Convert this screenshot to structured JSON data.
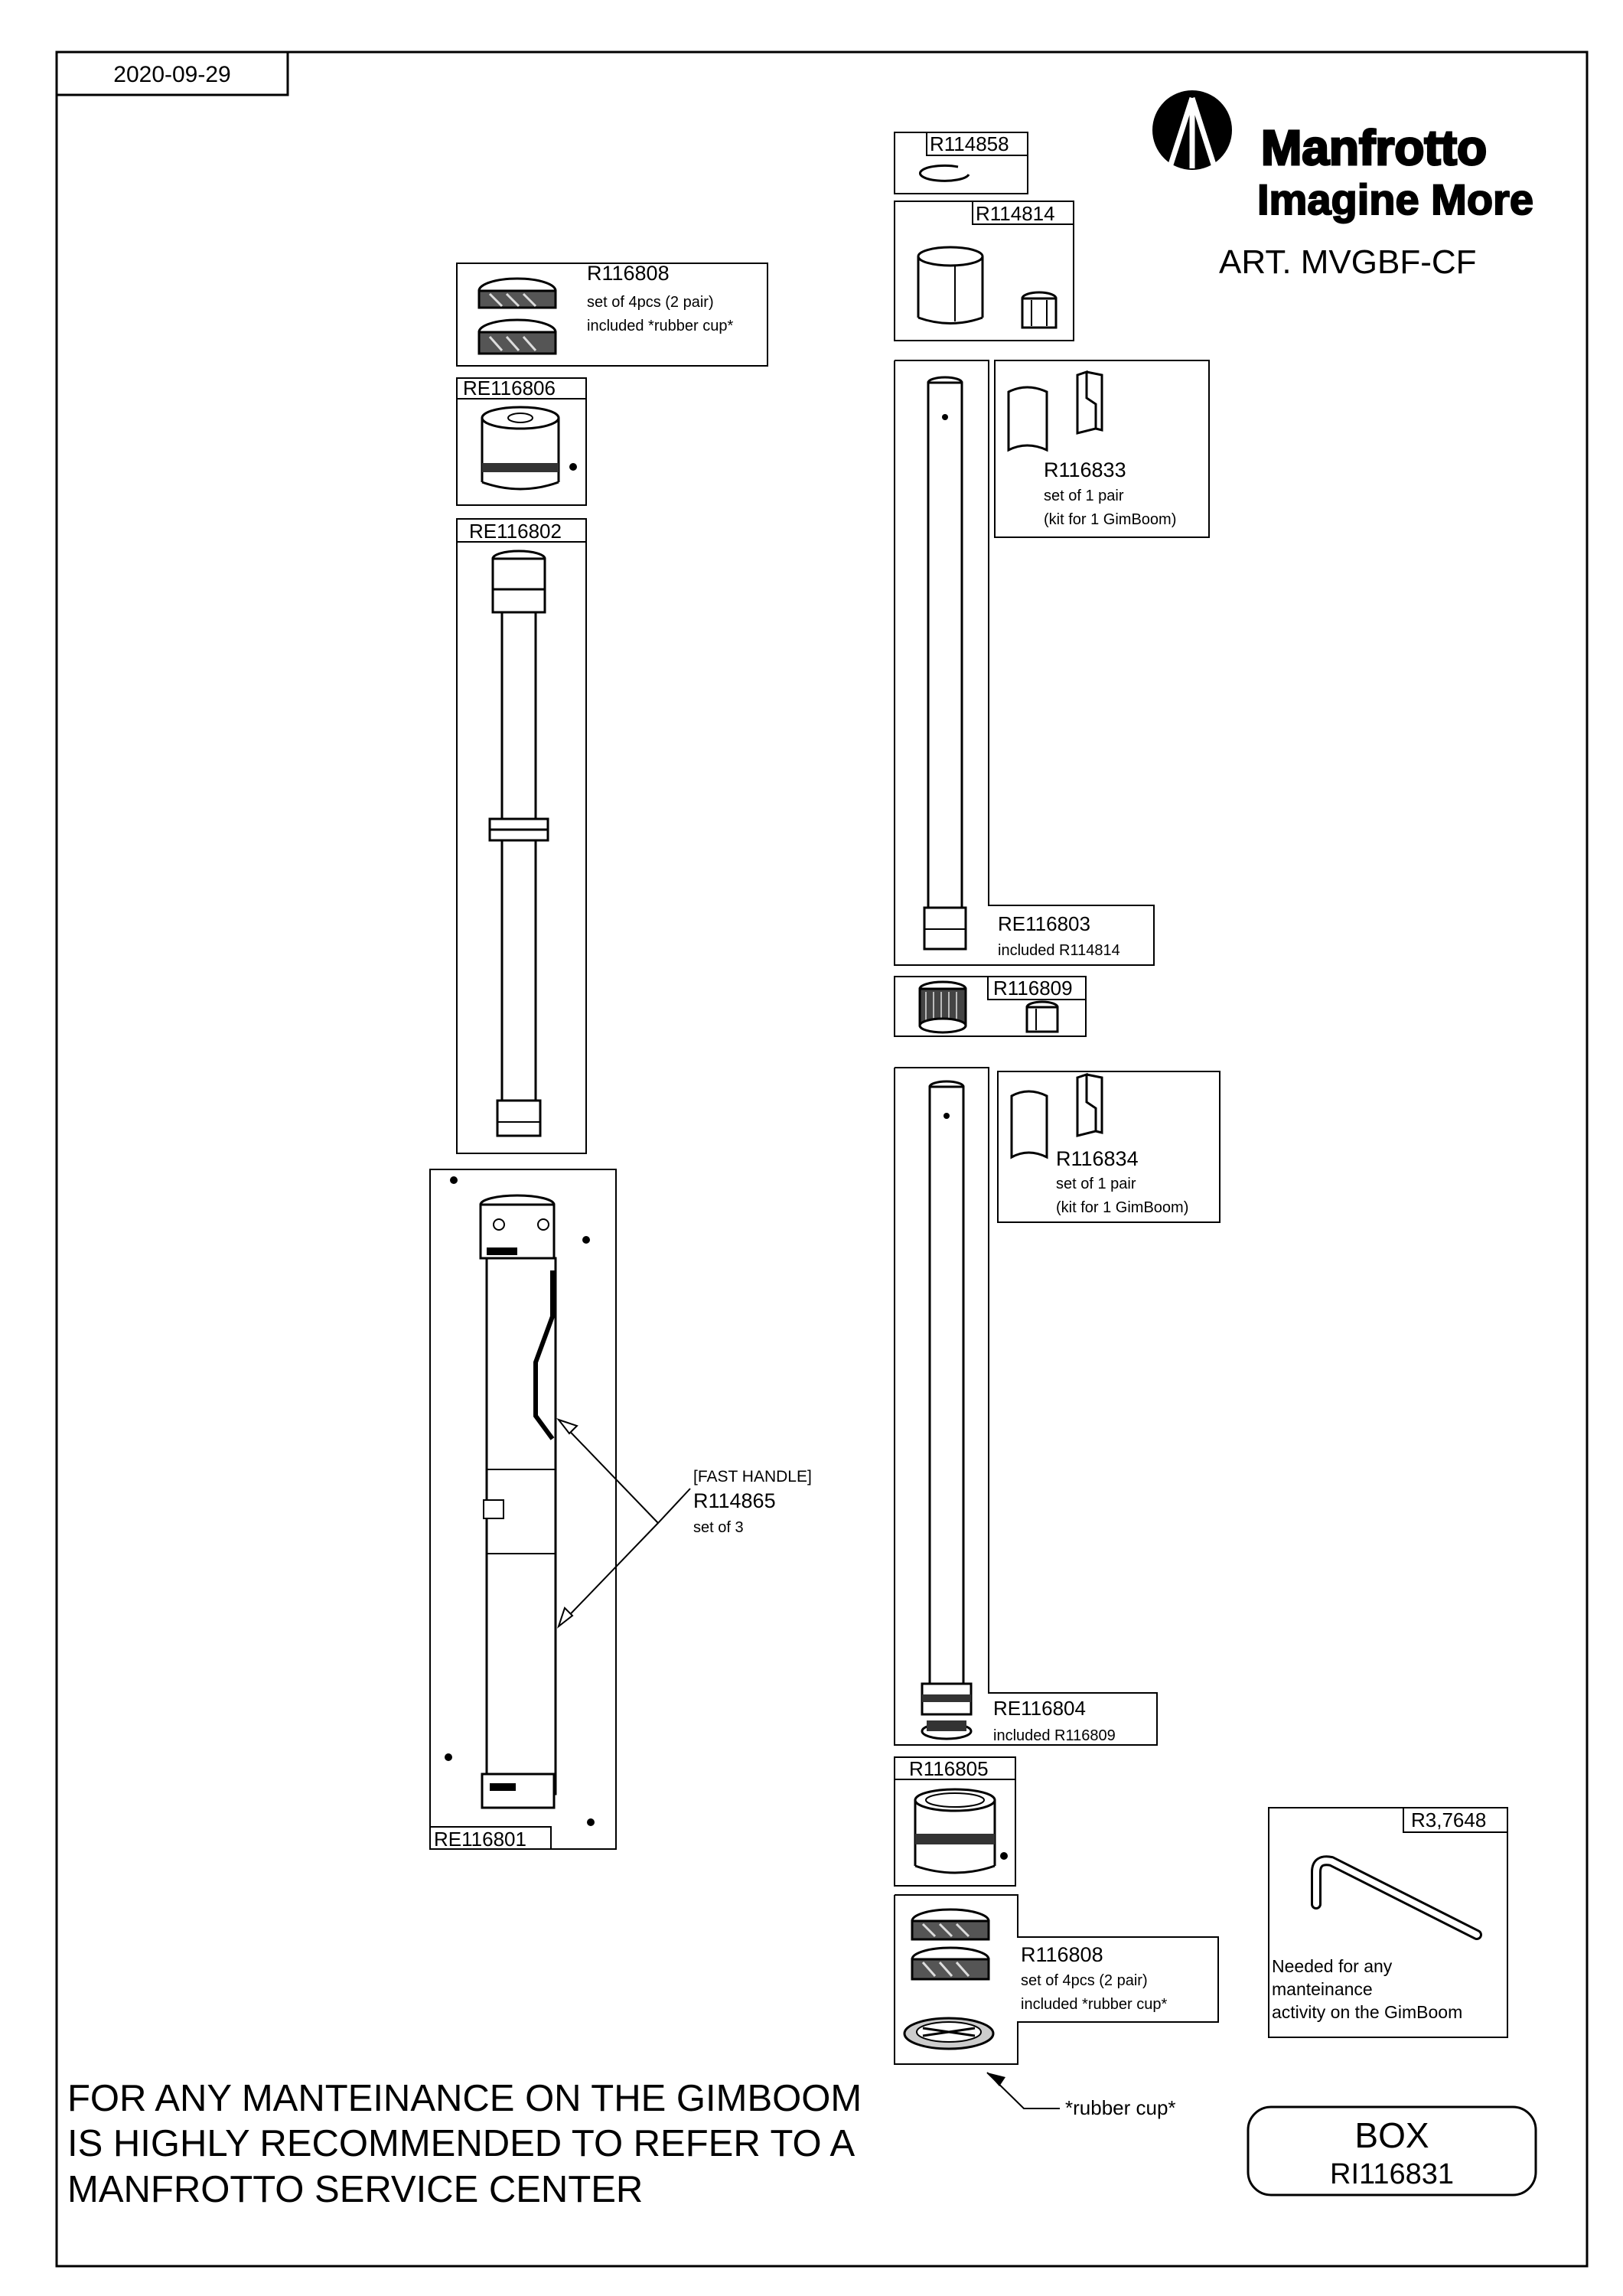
{
  "header": {
    "date": "2020-09-29",
    "brand_name": "Manfrotto",
    "brand_tagline": "Imagine More",
    "article": "ART. MVGBF-CF"
  },
  "parts": {
    "r116808_top": {
      "code": "R116808",
      "line1": "set of 4pcs (2 pair)",
      "line2": "included *rubber cup*"
    },
    "re116806": {
      "code": "RE116806"
    },
    "re116802": {
      "code": "RE116802"
    },
    "re116801": {
      "code": "RE116801"
    },
    "fast_handle": {
      "tag": "[FAST HANDLE]",
      "code": "R114865",
      "line1": "set of 3"
    },
    "r114858": {
      "code": "R114858"
    },
    "r114814": {
      "code": "R114814"
    },
    "r116833": {
      "code": "R116833",
      "line1": "set of 1 pair",
      "line2": "(kit for 1 GimBoom)"
    },
    "re116803": {
      "code": "RE116803",
      "line1": "included R114814"
    },
    "r116809": {
      "code": "R116809"
    },
    "r116834": {
      "code": "R116834",
      "line1": "set of 1 pair",
      "line2": "(kit for 1 GimBoom)"
    },
    "re116804": {
      "code": "RE116804",
      "line1": "included R116809"
    },
    "r116805": {
      "code": "R116805"
    },
    "r116808_bottom": {
      "code": "R116808",
      "line1": "set of 4pcs (2 pair)",
      "line2": "included *rubber cup*"
    },
    "rubber_cup": {
      "label": "*rubber cup*"
    },
    "r3_7648": {
      "code": "R3,7648",
      "line1": "Needed for any",
      "line2": "manteinance",
      "line3": "activity on the GimBoom"
    }
  },
  "footer": {
    "warning_line1": "FOR ANY MANTEINANCE ON THE GIMBOOM",
    "warning_line2": "IS HIGHLY RECOMMENDED TO REFER TO A",
    "warning_line3": "MANFROTTO SERVICE CENTER",
    "box_title": "BOX",
    "box_code": "RI116831"
  }
}
